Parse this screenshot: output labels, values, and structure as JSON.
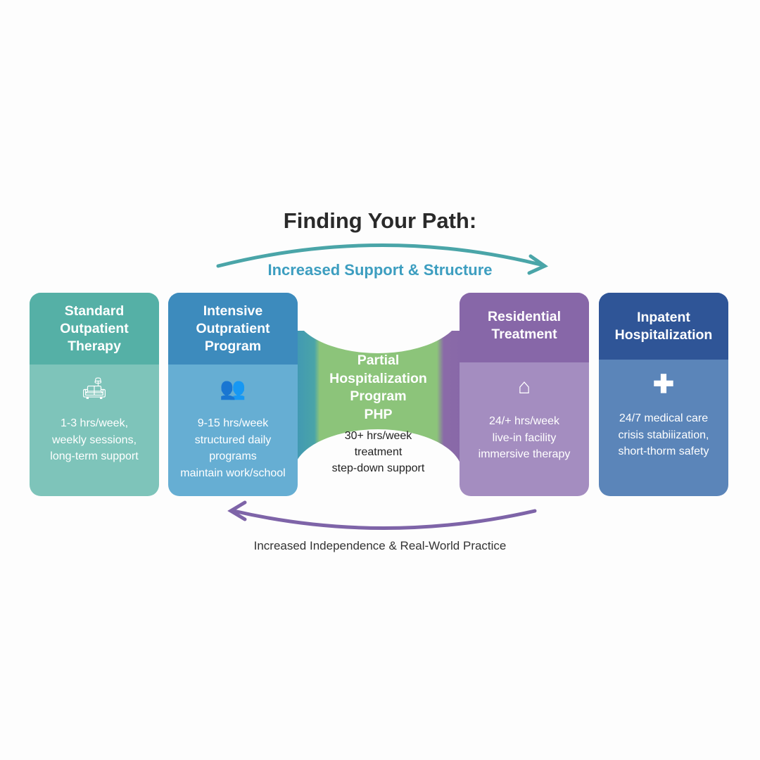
{
  "title": "Finding Your Path:",
  "top_arrow_label": "Increased Support & Structure",
  "bottom_arrow_label": "Increased Independence & Real-World Practice",
  "colors": {
    "teal": "#5bb3a8",
    "blue": "#3f8fbf",
    "green": "#8cc47a",
    "purple": "#8868a8",
    "navy": "#2f5597"
  },
  "cards": [
    {
      "title": "Standard\nOutpatient\nTherapy",
      "icon": "couch-therapy-icon",
      "body": "1-3 hrs/week,\nweekly sessions,\nlong-term support"
    },
    {
      "title": "Intensive\nOutpratient\nProgram",
      "icon": "group-icon",
      "body": "9-15 hrs/week\nstructured daily\nprograms\nmaintain work/school"
    },
    {
      "title": "Partial\nHospitalization\nProgram\nPHP",
      "icon": "",
      "body": "30+ hrs/week\ntreatment\nstep-down support"
    },
    {
      "title": "Residential\nTreatment",
      "icon": "house-icon",
      "body": "24/+ hrs/week\nlive-in facility\nimmersive therapy"
    },
    {
      "title": "Inpatent\nHospitalization",
      "icon": "medical-cross-icon",
      "body": "24/7 medical care\ncrisis stabiiization,\nshort-thorm safety"
    }
  ]
}
